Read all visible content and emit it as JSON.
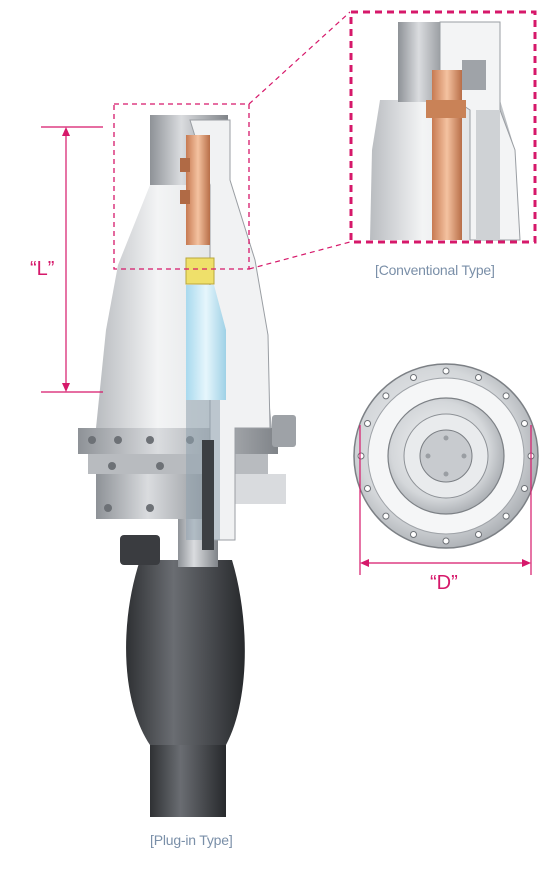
{
  "labels": {
    "length_dim": "“L”",
    "diameter_dim": "“D”",
    "conventional_caption": "[Conventional Type]",
    "plugin_caption": "[Plug-in Type]"
  },
  "colors": {
    "accent": "#d6186a",
    "caption": "#7a8fa8",
    "metal_light": "#e4e6e8",
    "metal_mid": "#c5c8cc",
    "metal_dark": "#8d9196",
    "copper": "#e8a27a",
    "rubber": "#4e5054",
    "insulator_blue": "#cfeaf5",
    "yellow_part": "#f0e36a"
  },
  "icons": {
    "main_drawing": "cable-termination-cutaway",
    "detail_drawing": "conventional-type-detail",
    "top_view": "flange-top-view"
  }
}
